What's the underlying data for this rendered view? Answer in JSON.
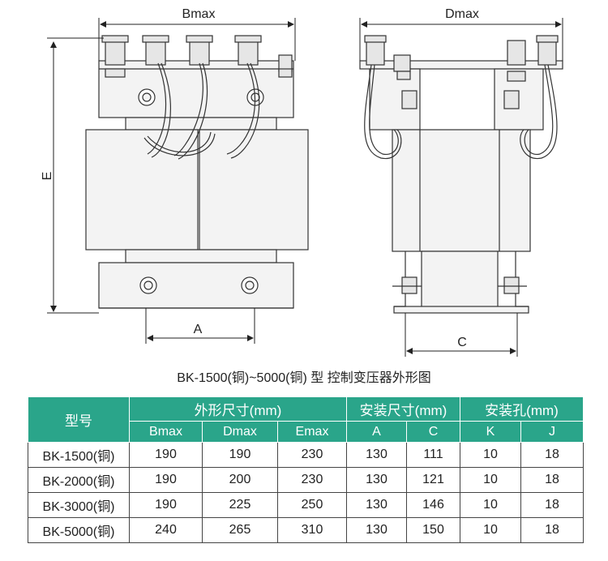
{
  "drawing": {
    "front_view": {
      "width_label": "Bmax",
      "height_label": "E",
      "mount_label": "A"
    },
    "side_view": {
      "width_label": "Dmax",
      "mount_label": "C"
    }
  },
  "caption": "BK-1500(铜)~5000(铜) 型 控制变压器外形图",
  "table": {
    "model_header": "型号",
    "groups": [
      "外形尺寸(mm)",
      "安装尺寸(mm)",
      "安装孔(mm)"
    ],
    "columns": [
      "Bmax",
      "Dmax",
      "Emax",
      "A",
      "C",
      "K",
      "J"
    ],
    "rows": [
      [
        "BK-1500(铜)",
        "190",
        "190",
        "230",
        "130",
        "111",
        "10",
        "18"
      ],
      [
        "BK-2000(铜)",
        "190",
        "200",
        "230",
        "130",
        "121",
        "10",
        "18"
      ],
      [
        "BK-3000(铜)",
        "190",
        "225",
        "250",
        "130",
        "146",
        "10",
        "18"
      ],
      [
        "BK-5000(铜)",
        "240",
        "265",
        "310",
        "130",
        "150",
        "10",
        "18"
      ]
    ]
  },
  "colors": {
    "header_fill": "#2aa58a",
    "drawing_fill": "#f3f3f3"
  }
}
